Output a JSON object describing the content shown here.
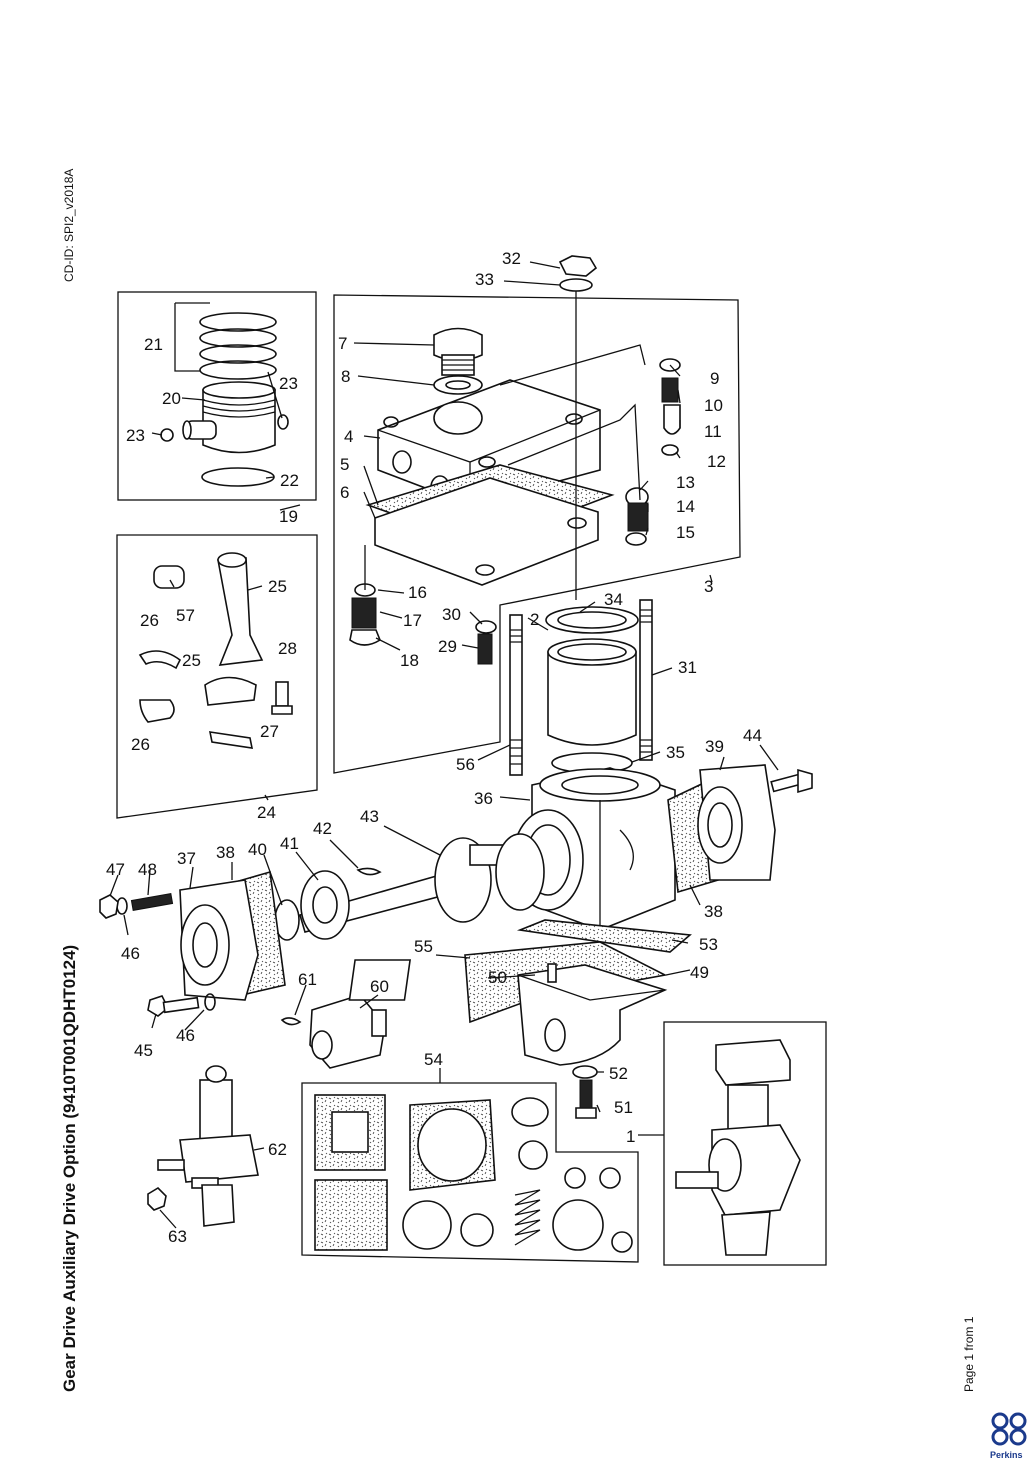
{
  "header": {
    "cd_id": "CD-ID: SPI2_v2018A"
  },
  "title": "Gear Drive Auxiliary Drive Option (9410T001QDHT0124)",
  "footer": {
    "page": "Page 1 from 1",
    "brand": "Perkins"
  },
  "callouts": [
    "1",
    "2",
    "3",
    "4",
    "5",
    "6",
    "7",
    "8",
    "9",
    "10",
    "11",
    "12",
    "13",
    "14",
    "15",
    "16",
    "17",
    "18",
    "19",
    "20",
    "21",
    "22",
    "23",
    "23",
    "24",
    "25",
    "25",
    "26",
    "26",
    "27",
    "28",
    "29",
    "30",
    "31",
    "32",
    "33",
    "34",
    "35",
    "36",
    "37",
    "38",
    "38",
    "39",
    "40",
    "41",
    "42",
    "43",
    "44",
    "45",
    "46",
    "46",
    "47",
    "48",
    "49",
    "50",
    "51",
    "52",
    "53",
    "54",
    "55",
    "56",
    "57",
    "60",
    "61",
    "62",
    "63"
  ]
}
